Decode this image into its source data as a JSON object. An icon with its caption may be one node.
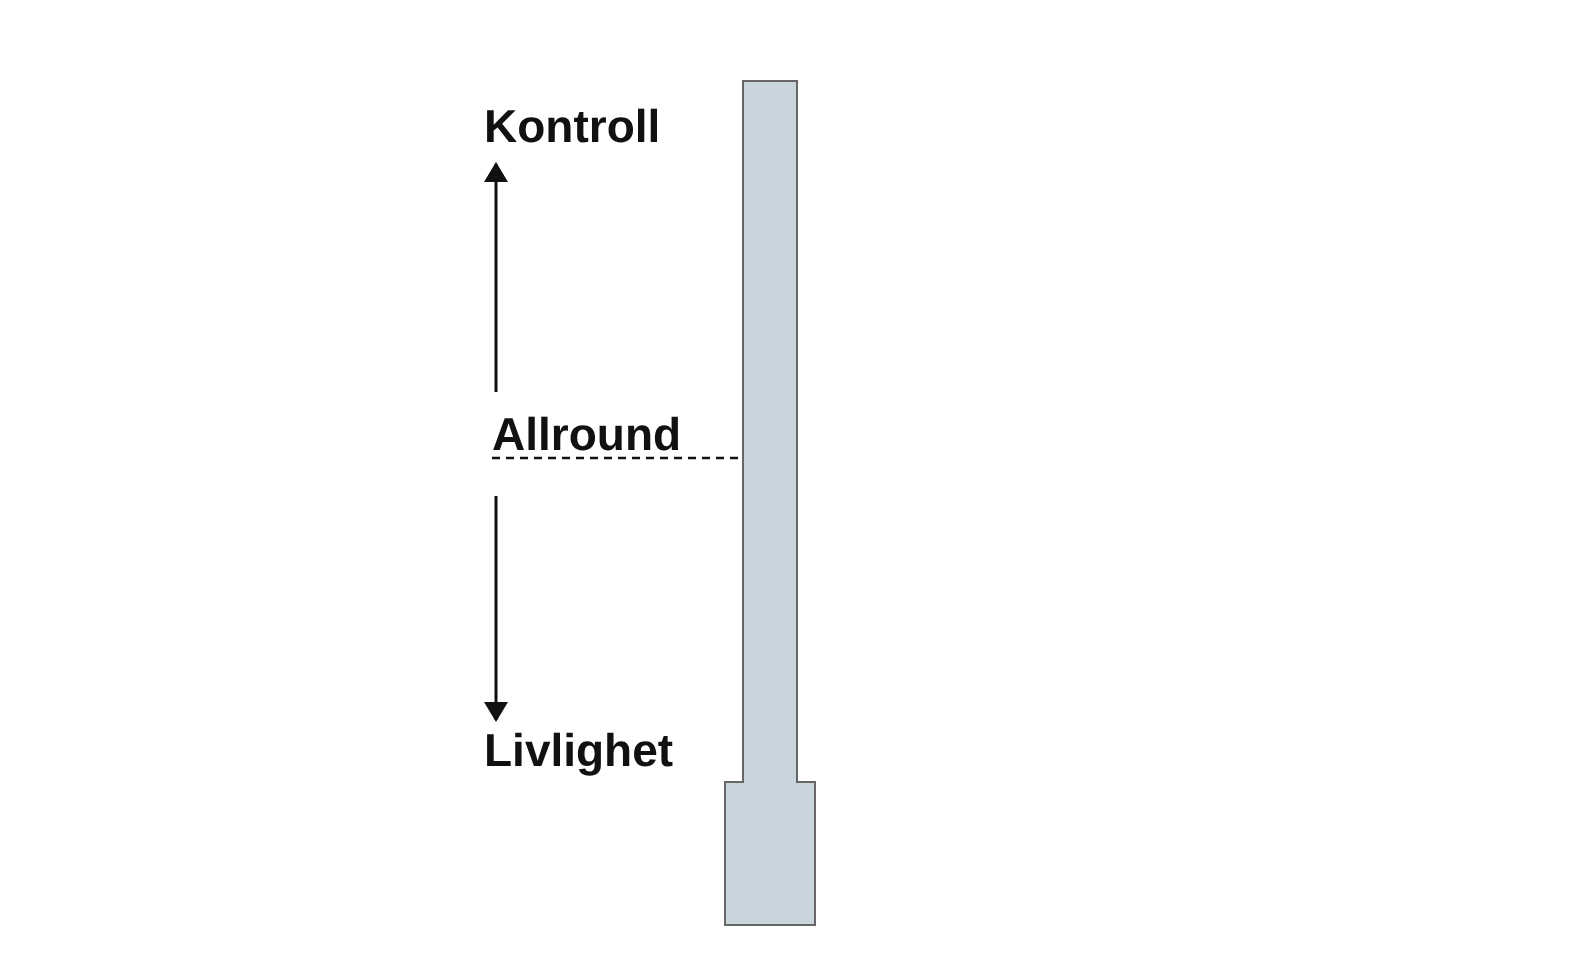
{
  "diagram": {
    "nodes": [
      {
        "text": [
          "Kontroll"
        ]
      },
      {
        "text": [
          "Allround"
        ]
      },
      {
        "text": [
          "Livlighet"
        ]
      },
      {
        "text": [],
        "shape": "bar"
      }
    ],
    "edges": [
      {
        "from": 1,
        "to": 0,
        "arrow": "to"
      },
      {
        "from": 1,
        "to": 2,
        "arrow": "to"
      },
      {
        "from": 1,
        "to": 3,
        "arrow": "none",
        "style": "dashed"
      }
    ]
  }
}
